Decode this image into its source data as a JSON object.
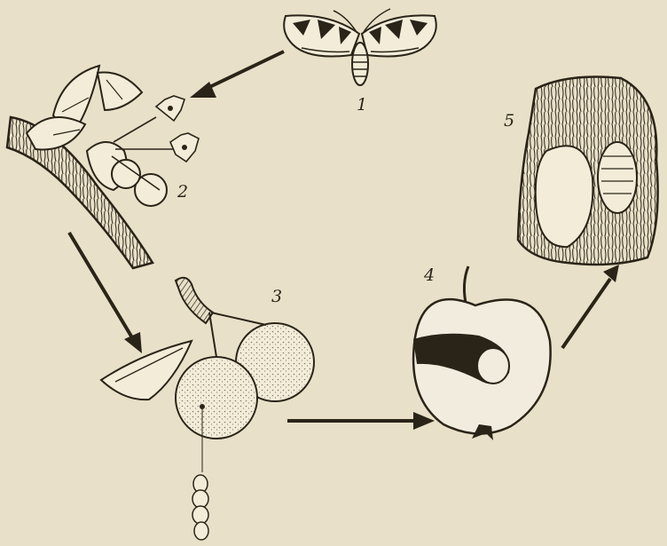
{
  "diagram": {
    "stages": [
      {
        "number": "1",
        "subject": "moth-adult"
      },
      {
        "number": "2",
        "subject": "apple-blossom-with-eggs"
      },
      {
        "number": "3",
        "subject": "young-apples-with-caterpillar"
      },
      {
        "number": "4",
        "subject": "apple-cut-with-larva-tunnel"
      },
      {
        "number": "5",
        "subject": "cocoon-under-bark"
      }
    ],
    "colors": {
      "paper": "#e8e0c8",
      "ink": "#2a2418",
      "fruit_flesh": "#f1ecde"
    }
  }
}
